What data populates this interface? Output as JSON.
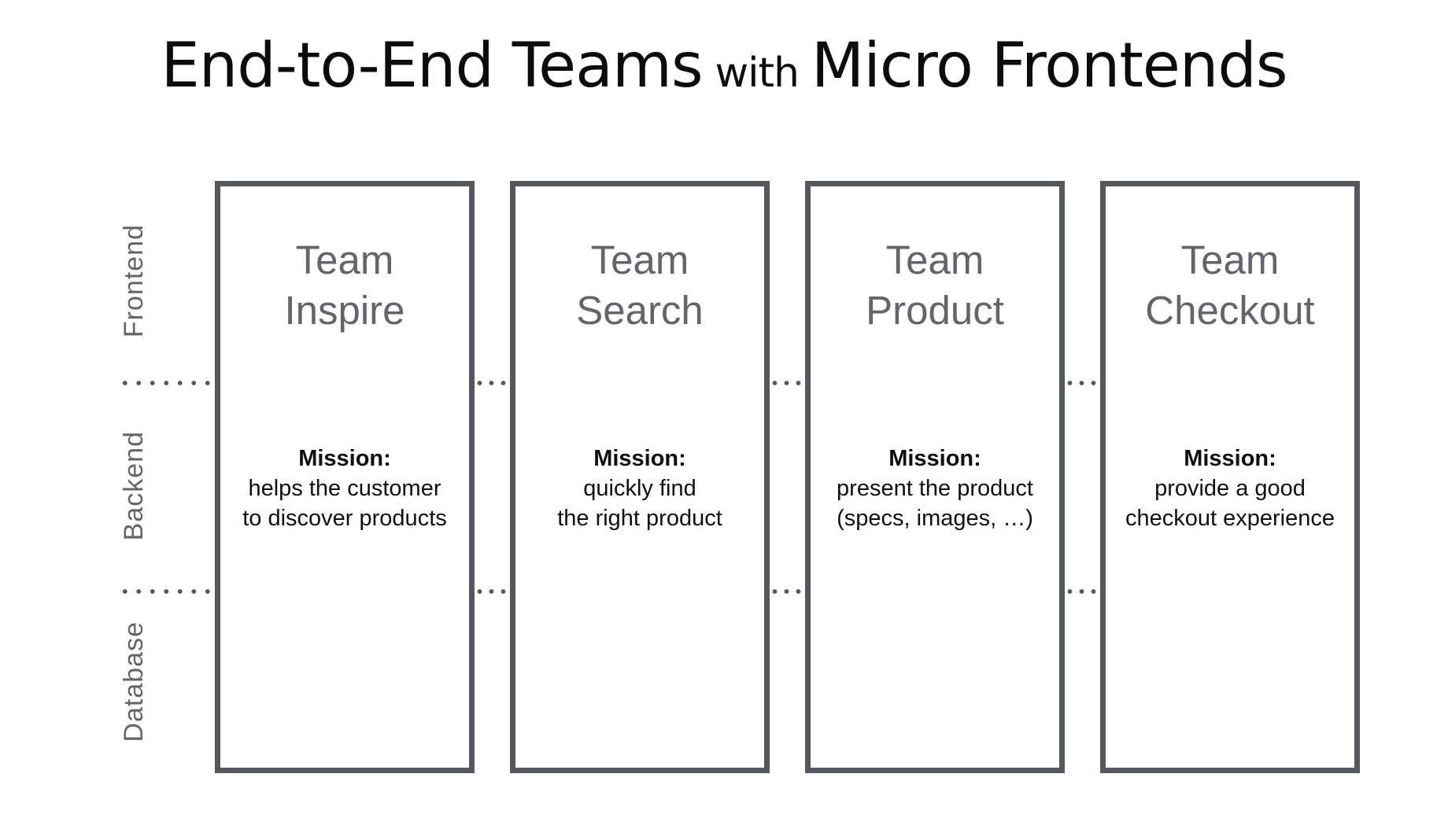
{
  "title": {
    "main_prefix": "End-to-End Teams",
    "connector": "with",
    "main_suffix": "Micro Frontends"
  },
  "layers": [
    {
      "label": "Frontend"
    },
    {
      "label": "Backend"
    },
    {
      "label": "Database"
    }
  ],
  "teams": [
    {
      "name": "Team\nInspire",
      "mission_label": "Mission:",
      "mission": "helps the customer\nto discover products"
    },
    {
      "name": "Team\nSearch",
      "mission_label": "Mission:",
      "mission": "quickly find\nthe right product"
    },
    {
      "name": "Team\nProduct",
      "mission_label": "Mission:",
      "mission": "present the product\n(specs, images, …)"
    },
    {
      "name": "Team\nCheckout",
      "mission_label": "Mission:",
      "mission": "provide a good\ncheckout experience"
    }
  ],
  "colors": {
    "border": "#54575e",
    "muted_text": "#62656b",
    "mission_text": "#101010",
    "title_text": "#0c0c0c",
    "dots": "#54575e",
    "background": "#ffffff"
  }
}
